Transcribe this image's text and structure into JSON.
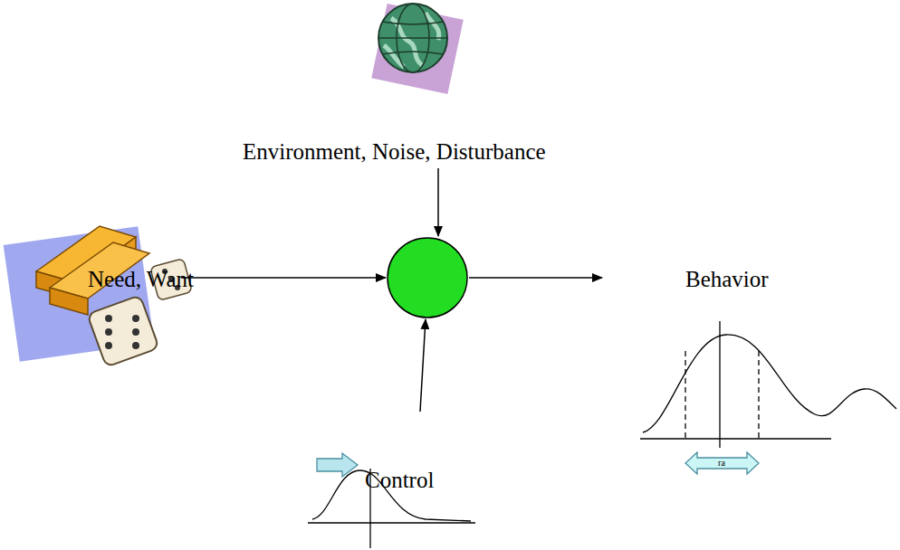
{
  "diagram": {
    "labels": [
      "Environment, Noise, Disturbance",
      "Need, Want",
      "Behavior",
      "Control",
      "ra"
    ]
  }
}
